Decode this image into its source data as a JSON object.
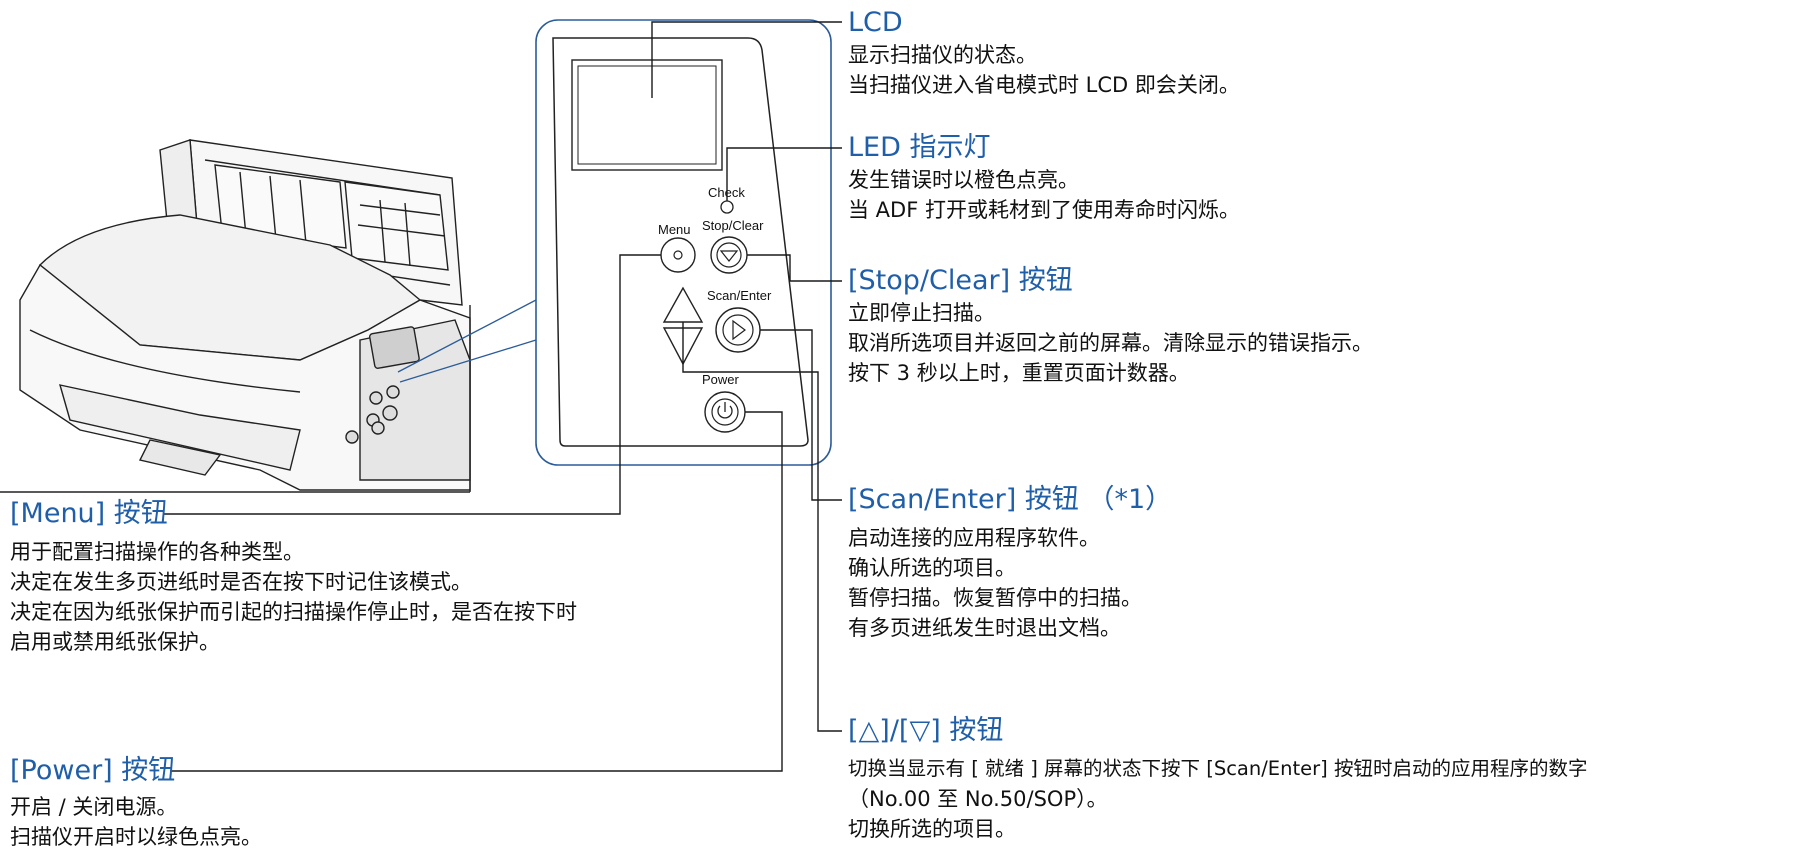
{
  "panel": {
    "label_check": "Check",
    "label_menu": "Menu",
    "label_stop_clear": "Stop/Clear",
    "label_scan_enter": "Scan/Enter",
    "label_power": "Power"
  },
  "callouts": {
    "lcd": {
      "title": "LCD",
      "lines": [
        "显示扫描仪的状态。",
        "当扫描仪进入省电模式时 LCD 即会关闭。"
      ]
    },
    "led": {
      "title": "LED 指示灯",
      "lines": [
        "发生错误时以橙色点亮。",
        "当 ADF 打开或耗材到了使用寿命时闪烁。"
      ]
    },
    "stop_clear": {
      "title": "[Stop/Clear] 按钮",
      "lines": [
        "立即停止扫描。",
        "取消所选项目并返回之前的屏幕。清除显示的错误指示。",
        "按下 3 秒以上时，重置页面计数器。"
      ]
    },
    "menu": {
      "title": "[Menu] 按钮",
      "lines": [
        "用于配置扫描操作的各种类型。",
        "决定在发生多页进纸时是否在按下时记住该模式。",
        "决定在因为纸张保护而引起的扫描操作停止时，是否在按下时",
        "启用或禁用纸张保护。"
      ]
    },
    "scan_enter": {
      "title": "[Scan/Enter] 按钮 （*1）",
      "lines": [
        "启动连接的应用程序软件。",
        "确认所选的项目。",
        "暂停扫描。恢复暂停中的扫描。",
        "有多页进纸发生时退出文档。"
      ]
    },
    "power": {
      "title": "[Power] 按钮",
      "lines": [
        "开启 / 关闭电源。",
        "扫描仪开启时以绿色点亮。"
      ]
    },
    "updown": {
      "title": "[△]/[▽] 按钮",
      "lines": [
        "切换当显示有 [ 就绪 ] 屏幕的状态下按下 [Scan/Enter] 按钮时启动的应用程序的数字",
        "（No.00 至 No.50/SOP）。",
        "切换所选的项目。"
      ]
    }
  },
  "colors": {
    "heading": "#1f5ea8",
    "leader_line": "#1a1a1a",
    "panel_outline": "#2b5c9a"
  }
}
